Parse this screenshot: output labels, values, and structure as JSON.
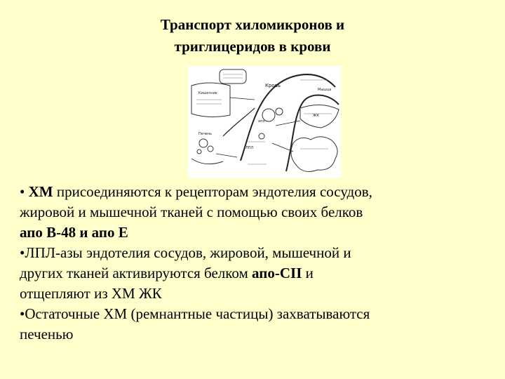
{
  "title": {
    "line1": "Транспорт хиломикронов и",
    "line2": "триглицеридов в крови"
  },
  "figure": {
    "label_blood": "Кровь",
    "label_small_1": "Кишечник",
    "label_small_2": "Печень",
    "label_small_3": "ЖК",
    "label_small_4": "Мышца",
    "label_small_5": "ЛПЛ",
    "label_small_6": "апо"
  },
  "bullets": [
    {
      "marker": "• ",
      "line1_bold": "ХМ",
      "line1_rest": " присоединяются к рецепторам эндотелия сосудов,",
      "line2": "жировой и мышечной тканей с помощью своих белков",
      "line3_bold": "апо В-48 и апо Е"
    },
    {
      "marker": "•",
      "line1": "ЛПЛ-азы эндотелия сосудов, жировой, мышечной и",
      "line2_pre": "других тканей активируются белком ",
      "line2_bold": "апо-СII",
      "line2_post": " и",
      "line3": "отщепляют из ХМ ЖК"
    },
    {
      "marker": "•",
      "line1": "Остаточные ХМ (ремнантные частицы) захватываются",
      "line2": "печенью"
    }
  ]
}
